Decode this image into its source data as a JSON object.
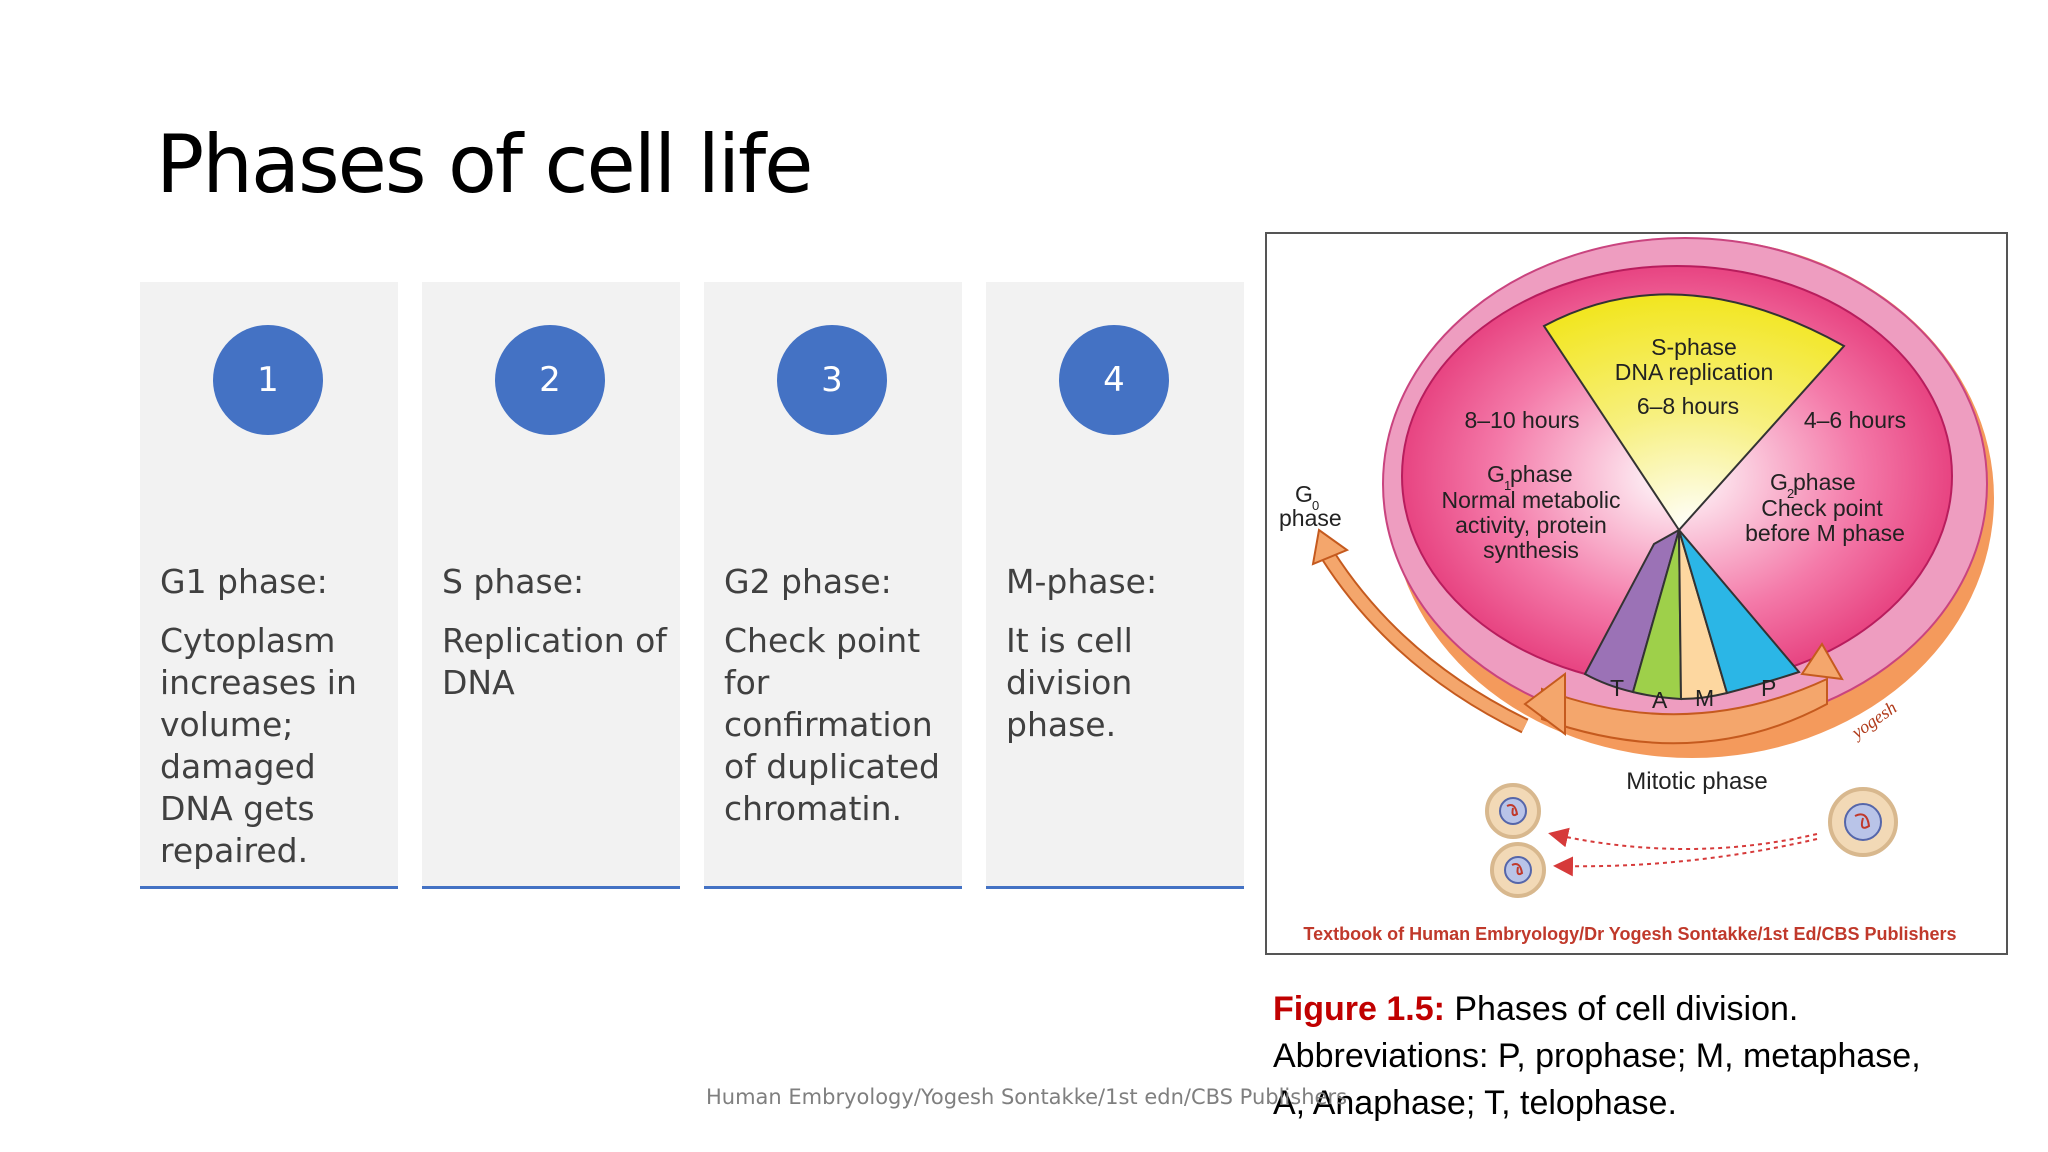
{
  "slide": {
    "title": "Phases of cell life"
  },
  "cards": [
    {
      "number": "1",
      "phase": "G1 phase:",
      "description": "Cytoplasm increases in volume; damaged DNA gets repaired."
    },
    {
      "number": "2",
      "phase": "S phase:",
      "description": "Replication of DNA"
    },
    {
      "number": "3",
      "phase": "G2 phase:",
      "description": "Check point for confirmation of duplicated chromatin."
    },
    {
      "number": "4",
      "phase": "M-phase:",
      "description": "It is cell division phase."
    }
  ],
  "figure": {
    "s_phase": {
      "name": "S-phase",
      "desc": "DNA replication",
      "duration": "6–8 hours"
    },
    "g1_phase": {
      "duration": "8–10 hours",
      "name_main": "G",
      "name_sub": "1",
      "name_rest": " phase",
      "desc_line1": "Normal metabolic",
      "desc_line2": "activity, protein",
      "desc_line3": "synthesis"
    },
    "g2_phase": {
      "duration": "4–6 hours",
      "name_main": "G",
      "name_sub": "2",
      "name_rest": " phase",
      "desc_line1": "Check point",
      "desc_line2": "before M phase"
    },
    "g0_phase": {
      "name_main": "G",
      "name_sub": "0",
      "desc": "phase"
    },
    "m_sub_phases": [
      "T",
      "A",
      "M",
      "P"
    ],
    "mitotic_label": "Mitotic phase",
    "signature": "yogesh",
    "credit": "Textbook of Human Embryology/Dr Yogesh Sontakke/1st Ed/CBS Publishers"
  },
  "caption": {
    "label": "Figure 1.5:",
    "line1": " Phases of cell division.",
    "line2": "Abbreviations: P, prophase; M, metaphase,",
    "line3": "A, Anaphase; T, telophase."
  },
  "footer": "Human Embryology/Yogesh Sontakke/1st edn/CBS Publishers",
  "colors": {
    "accent": "#4472c4",
    "card_bg": "#f2f2f2",
    "s_phase": "#f4ec3e",
    "g_phase": "#e8327a",
    "ring": "#f08bb4",
    "arrow": "#f7a76c",
    "caption_red": "#c00000"
  }
}
